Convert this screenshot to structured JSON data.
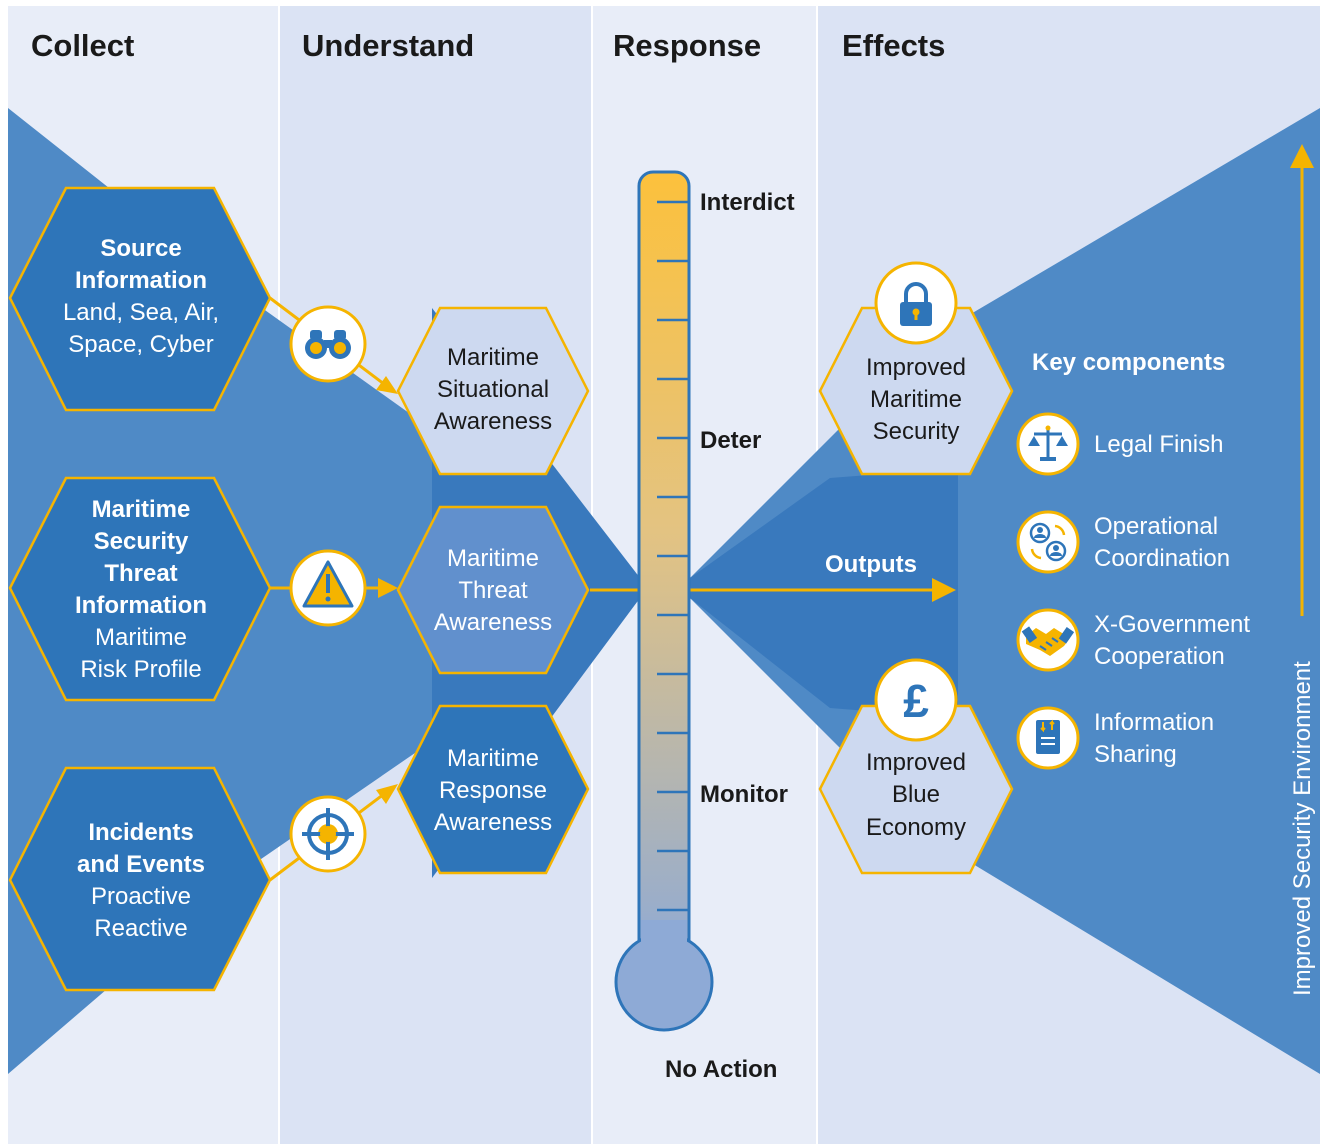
{
  "columns": {
    "collect": "Collect",
    "understand": "Understand",
    "response": "Response",
    "effects": "Effects"
  },
  "sources": [
    {
      "bold": [
        "Source",
        "Information"
      ],
      "normal": [
        "Land, Sea, Air,",
        "Space, Cyber"
      ],
      "icon": "binoculars-icon"
    },
    {
      "bold": [
        "Maritime",
        "Security",
        "Threat",
        "Information"
      ],
      "normal": [
        "Maritime",
        "Risk Profile"
      ],
      "icon": "warning-icon"
    },
    {
      "bold": [
        "Incidents",
        "and Events"
      ],
      "normal": [
        "Proactive",
        "Reactive"
      ],
      "icon": "target-icon"
    }
  ],
  "awareness": [
    {
      "lines": [
        "Maritime",
        "Situational",
        "Awareness"
      ]
    },
    {
      "lines": [
        "Maritime",
        "Threat",
        "Awareness"
      ]
    },
    {
      "lines": [
        "Maritime",
        "Response",
        "Awareness"
      ]
    }
  ],
  "thermometer": {
    "levels": [
      "Interdict",
      "Deter",
      "Monitor",
      "No Action"
    ]
  },
  "outputs_label": "Outputs",
  "effects": [
    {
      "lines": [
        "Improved",
        "Maritime",
        "Security"
      ],
      "icon": "lock-icon"
    },
    {
      "lines": [
        "Improved",
        "Blue",
        "Economy"
      ],
      "icon": "pound-icon"
    }
  ],
  "key_components": {
    "title": "Key components",
    "items": [
      {
        "lines": [
          "Legal Finish"
        ],
        "icon": "scales-icon"
      },
      {
        "lines": [
          "Operational",
          "Coordination"
        ],
        "icon": "coordination-icon"
      },
      {
        "lines": [
          "X-Government",
          "Cooperation"
        ],
        "icon": "handshake-icon"
      },
      {
        "lines": [
          "Information",
          "Sharing"
        ],
        "icon": "document-icon"
      }
    ]
  },
  "environment_label": "Improved Security Environment",
  "colors": {
    "bg_light": "#e8edf8",
    "bg_mid": "#dbe3f4",
    "blue_dark": "#2e75b9",
    "blue_mid": "#4f8ac6",
    "blue_light": "#cdd9f0",
    "gold": "#f5b400"
  }
}
